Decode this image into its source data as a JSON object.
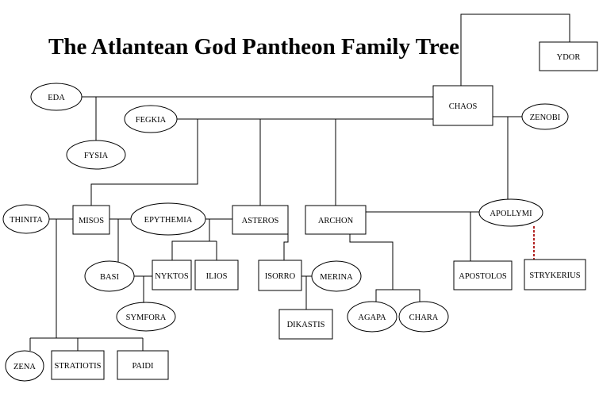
{
  "title": "The Atlantean God Pantheon Family Tree",
  "nodes": {
    "ydor": "YDOR",
    "chaos": "CHAOS",
    "eda": "EDA",
    "fysia": "FYSIA",
    "fegkia": "FEGKIA",
    "zenobi": "ZENOBI",
    "thinita": "THINITA",
    "misos": "MISOS",
    "epythemia": "EPYTHEMIA",
    "asteros": "ASTEROS",
    "archon": "ARCHON",
    "apollymi": "APOLLYMI",
    "basi": "BASI",
    "nyktos": "NYKTOS",
    "ilios": "ILIOS",
    "isorro": "ISORRO",
    "merina": "MERINA",
    "apostolos": "APOSTOLOS",
    "strykerius": "STRYKERIUS",
    "symfora": "SYMFORA",
    "dikastis": "DIKASTIS",
    "agapa": "AGAPA",
    "chara": "CHARA",
    "zena": "ZENA",
    "stratiotis": "STRATIOTIS",
    "paidi": "PAIDI"
  }
}
